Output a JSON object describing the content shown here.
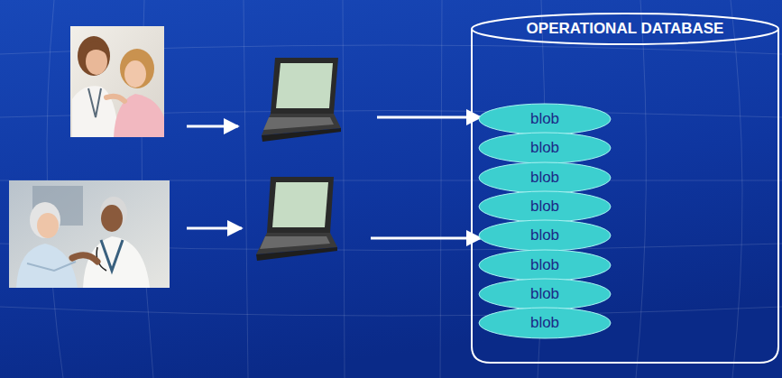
{
  "diagram": {
    "nodes": [
      {
        "text": [
          "OPERATIONAL DATABASE"
        ]
      },
      {
        "text": [
          "blob"
        ],
        "in": 0
      },
      {
        "text": [
          "blob"
        ],
        "in": 0
      },
      {
        "text": [
          "blob"
        ],
        "in": 0
      },
      {
        "text": [
          "blob"
        ],
        "in": 0
      },
      {
        "text": [
          "blob"
        ],
        "in": 0
      },
      {
        "text": [
          "blob"
        ],
        "in": 0
      },
      {
        "text": [
          "blob"
        ],
        "in": 0
      },
      {
        "text": [
          "blob"
        ],
        "in": 0
      }
    ]
  }
}
